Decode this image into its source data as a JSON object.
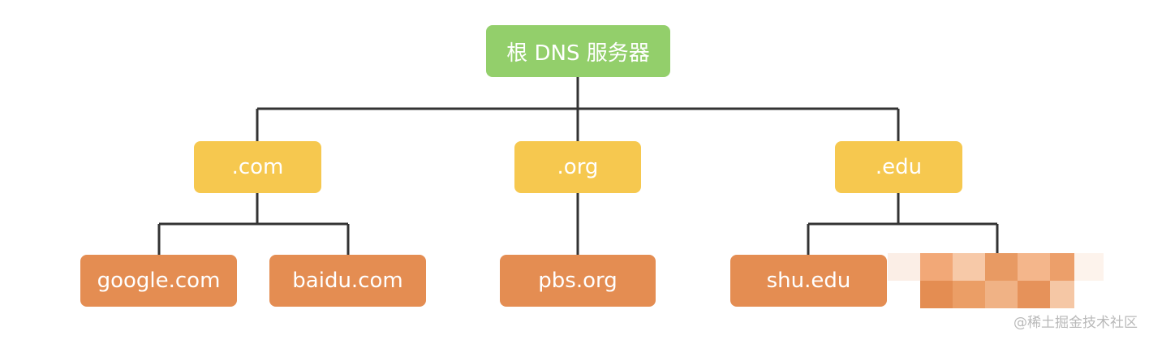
{
  "root": {
    "label": "根 DNS 服务器"
  },
  "tlds": [
    {
      "label": ".com"
    },
    {
      "label": ".org"
    },
    {
      "label": ".edu"
    }
  ],
  "leaves": [
    {
      "label": "google.com"
    },
    {
      "label": "baidu.com"
    },
    {
      "label": "pbs.org"
    },
    {
      "label": "shu.edu"
    }
  ],
  "watermark": "@稀土掘金技术社区",
  "colors": {
    "root": "#93cf6b",
    "tld": "#f6c84f",
    "leaf": "#e48d52",
    "line": "#333333"
  }
}
